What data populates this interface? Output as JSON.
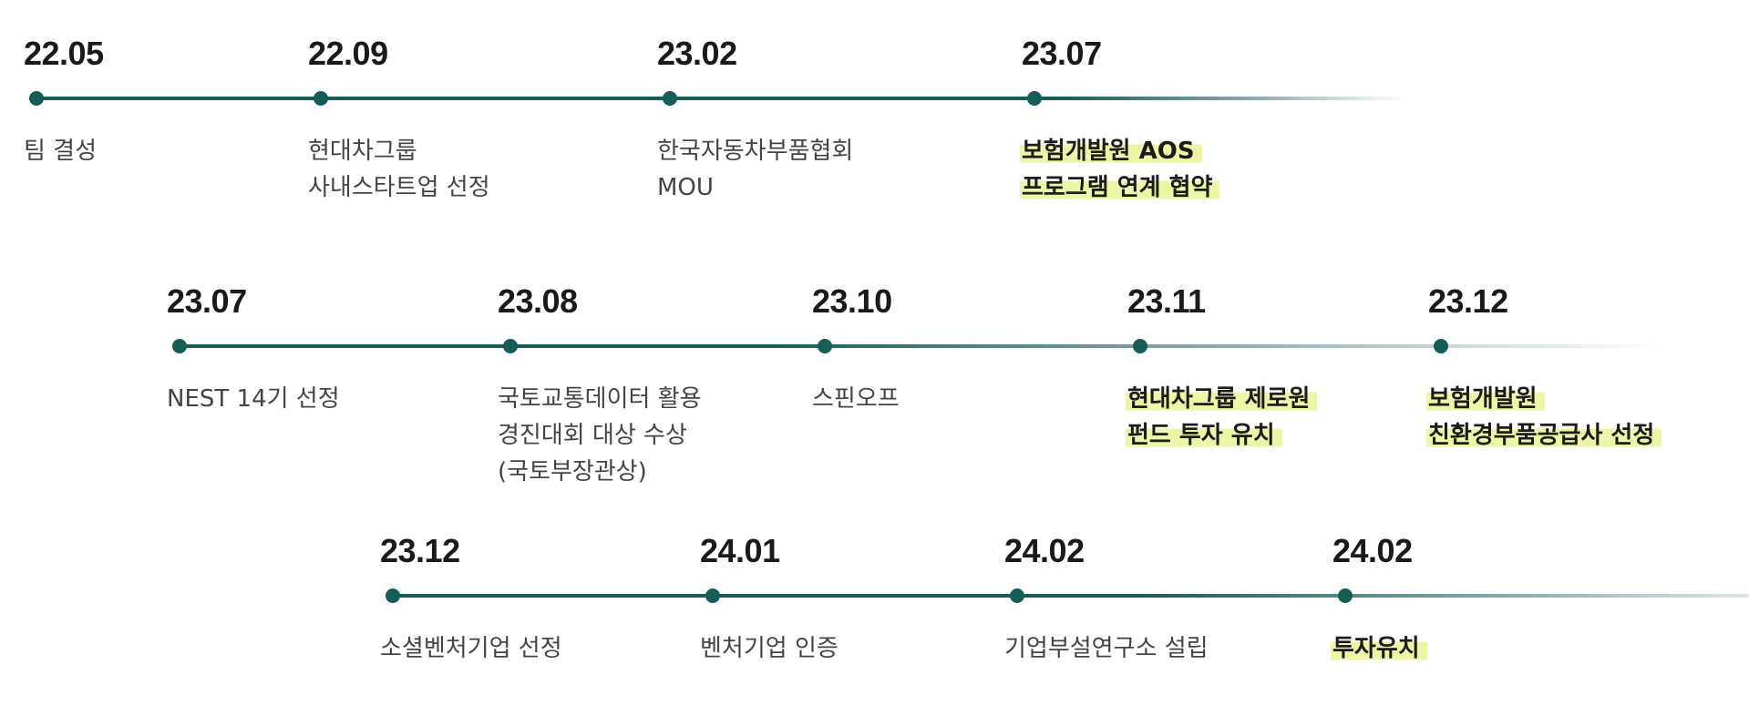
{
  "rows": [
    {
      "events": [
        {
          "date": "22.05",
          "lines": [
            "팀 결성"
          ]
        },
        {
          "date": "22.09",
          "lines": [
            "현대차그룹",
            "사내스타트업 선정"
          ]
        },
        {
          "date": "23.02",
          "lines": [
            "한국자동차부품협회",
            "MOU"
          ]
        },
        {
          "date": "23.07",
          "lines": [
            "보험개발원 AOS",
            "프로그램 연계 협약"
          ],
          "highlighted": true
        }
      ]
    },
    {
      "events": [
        {
          "date": "23.07",
          "lines": [
            "NEST 14기 선정"
          ]
        },
        {
          "date": "23.08",
          "lines": [
            "국토교통데이터 활용",
            "경진대회 대상 수상",
            "(국토부장관상)"
          ]
        },
        {
          "date": "23.10",
          "lines": [
            "스핀오프"
          ]
        },
        {
          "date": "23.11",
          "lines": [
            "현대차그룹 제로원",
            "펀드 투자 유치"
          ],
          "highlighted": true
        },
        {
          "date": "23.12",
          "lines": [
            "보험개발원",
            "친환경부품공급사 선정"
          ],
          "highlighted": true
        }
      ]
    },
    {
      "events": [
        {
          "date": "23.12",
          "lines": [
            "소셜벤처기업 선정"
          ]
        },
        {
          "date": "24.01",
          "lines": [
            "벤처기업 인증"
          ]
        },
        {
          "date": "24.02",
          "lines": [
            "기업부설연구소 설립"
          ]
        },
        {
          "date": "24.02",
          "lines": [
            "투자유치"
          ],
          "highlighted": true
        }
      ]
    }
  ],
  "colors": {
    "line": "#175d57",
    "dot": "#175d57",
    "highlight": "#eef5a6",
    "date_text": "#1a1a1a",
    "desc_text": "#444444"
  }
}
